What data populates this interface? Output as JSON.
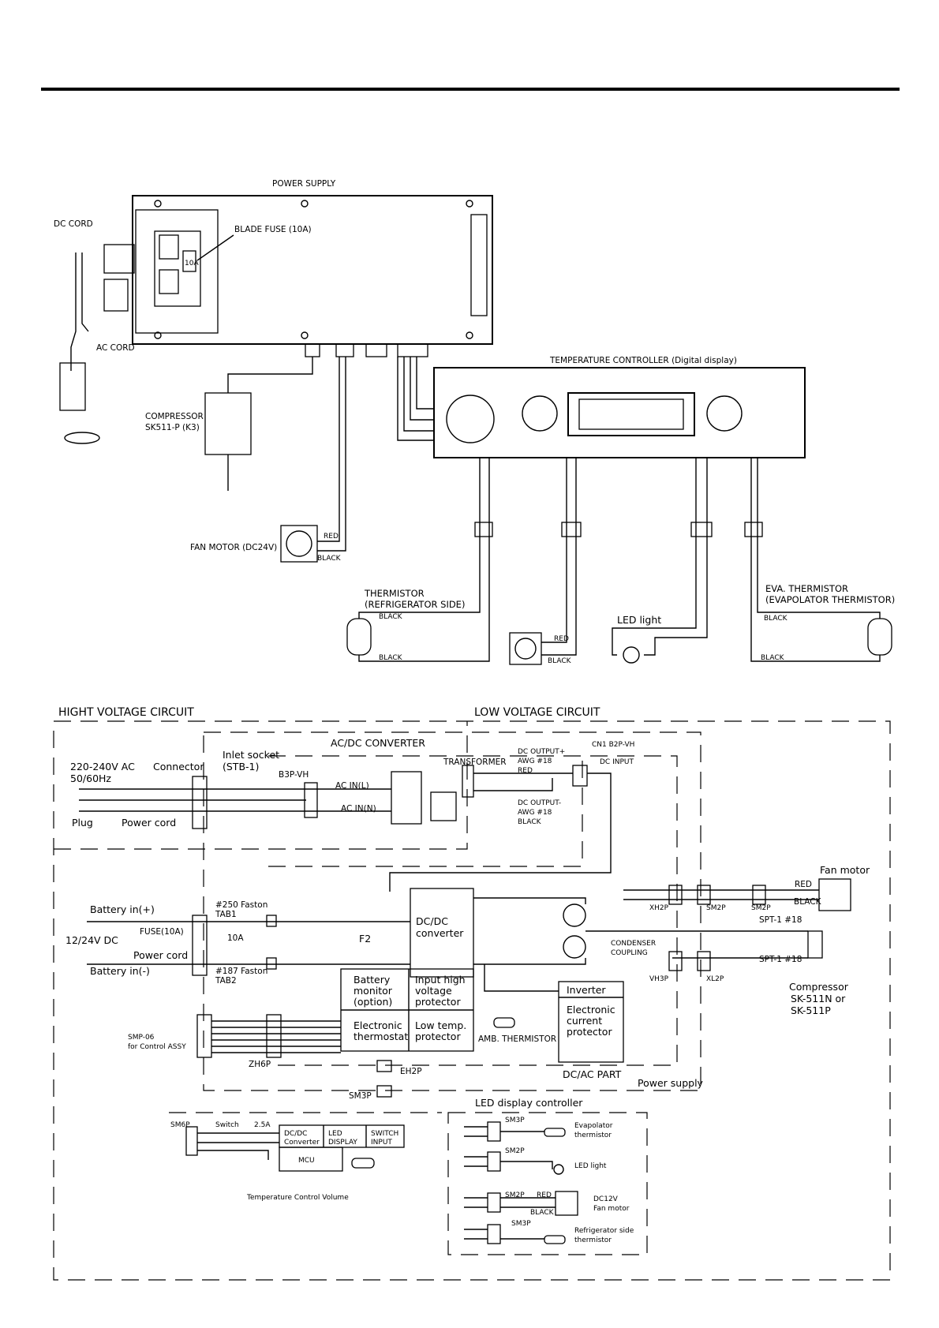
{
  "wiring": {
    "power_supply": "POWER SUPPLY",
    "dc_cord": "DC CORD",
    "ac_cord": "AC CORD",
    "blade_fuse": "BLADE FUSE (10A)",
    "fuse_rating": "10A",
    "compressor": "COMPRESSOR",
    "compressor_model": "SK511-P (K3)",
    "fan_motor": "FAN MOTOR (DC24V)",
    "red": "RED",
    "black": "BLACK",
    "temp_controller": "TEMPERATURE CONTROLLER (Digital display)",
    "thermistor_line1": "THERMISTOR",
    "thermistor_line2": "(REFRIGERATOR SIDE)",
    "led_light": "LED light",
    "eva_line1": "EVA. THERMISTOR",
    "eva_line2": "(EVAPOLATOR THERMISTOR)"
  },
  "schematic": {
    "high_voltage": "HIGHT VOLTAGE CIRCUIT",
    "low_voltage": "LOW VOLTAGE CIRCUIT",
    "acdc": "AC/DC CONVERTER",
    "ac_supply_line1": "220-240V AC",
    "ac_supply_line2": "50/60Hz",
    "connector": "Connector",
    "inlet_line1": "Inlet socket",
    "inlet_line2": "(STB-1)",
    "b3p": "B3P-VH",
    "ac_in_l": "AC IN(L)",
    "ac_in_n": "AC IN(N)",
    "transformer": "TRANSFORMER",
    "dc_out_pos": [
      "DC OUTPUT+",
      "AWG #18",
      "RED"
    ],
    "dc_out_neg": [
      "DC OUTPUT-",
      "AWG #18",
      "BLACK"
    ],
    "cn1": "CN1 B2P-VH",
    "dc_input": "DC INPUT",
    "plug": "Plug",
    "power_cord": "Power cord",
    "battery_pos": "Battery in(+)",
    "battery_neg": "Battery in(-)",
    "dc_1224": "12/24V DC",
    "fuse10": "FUSE(10A)",
    "power_cord2": "Power cord",
    "amp10": "10A",
    "faston250": [
      "#250 Faston",
      "TAB1"
    ],
    "faston187": [
      "#187 Faston",
      "TAB2"
    ],
    "f2": "F2",
    "dcdc": [
      "DC/DC",
      "converter"
    ],
    "battery_monitor": [
      "Battery",
      "monitor",
      "(option)"
    ],
    "input_high": [
      "Input high",
      "voltage",
      "protector"
    ],
    "elec_thermo": [
      "Electronic",
      "thermostat"
    ],
    "low_temp": [
      "Low temp.",
      "protector"
    ],
    "amb": "AMB. THERMISTOR",
    "inverter": "Inverter",
    "elec_current": [
      "Electronic",
      "current",
      "protector"
    ],
    "condenser": [
      "CONDENSER",
      "COUPLING"
    ],
    "xh2p": "XH2P",
    "sm2p_a": "SM2P",
    "sm2p_b": "SM2P",
    "vh3p": "VH3P",
    "xl2p": "XL2P",
    "fan_motor": "Fan motor",
    "red": "RED",
    "black": "BLACK",
    "spt1_a": "SPT-1 #18",
    "spt1_b": "SPT-1 #18",
    "compressor": [
      "Compressor",
      "SK-511N or",
      "SK-511P"
    ],
    "smp06": [
      "SMP-06",
      "for Control ASSY"
    ],
    "zh6p": "ZH6P",
    "eh2p": "EH2P",
    "sm3p": "SM3P",
    "dcac": "DC/AC PART",
    "power_supply": "Power supply",
    "led_ctrl": "LED display controller",
    "sm6p": "SM6P",
    "switch": "Switch",
    "amp25": "2.5A",
    "ctrl_dcdc": [
      "DC/DC",
      "Converter"
    ],
    "led_display": [
      "LED",
      "DISPLAY"
    ],
    "switch_input": [
      "SWITCH",
      "INPUT"
    ],
    "mcu": "MCU",
    "temp_volume": "Temperature Control Volume",
    "c_sm3p_1": "SM3P",
    "evap": [
      "Evapolator",
      "thermistor"
    ],
    "c_sm2p_1": "SM2P",
    "led_light": "LED light",
    "c_sm2p_2": "SM2P",
    "c_red": "RED",
    "c_black": "BLACK",
    "dc12": [
      "DC12V",
      "Fan motor"
    ],
    "c_sm3p_2": "SM3P",
    "refr": [
      "Refrigerator side",
      "thermistor"
    ]
  }
}
